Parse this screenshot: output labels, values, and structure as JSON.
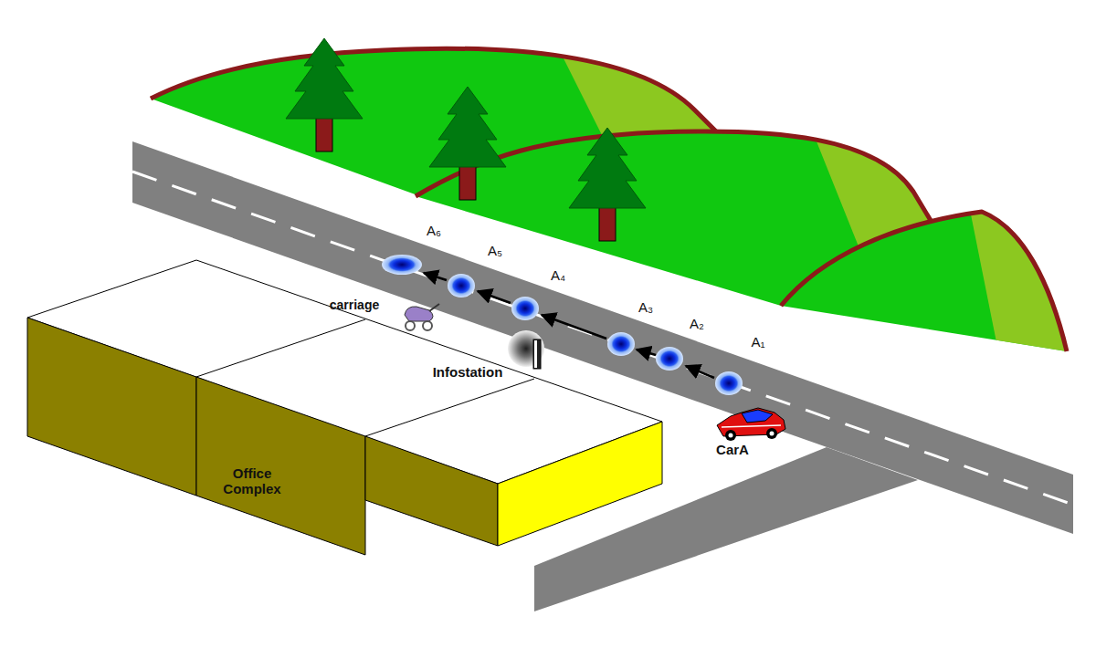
{
  "diagram": {
    "labels": [
      "A₆",
      "A₅",
      "A₄",
      "carriage",
      "A₃",
      "A₂",
      "A₁",
      "Infostation",
      "CarA",
      "Office Complex"
    ]
  }
}
